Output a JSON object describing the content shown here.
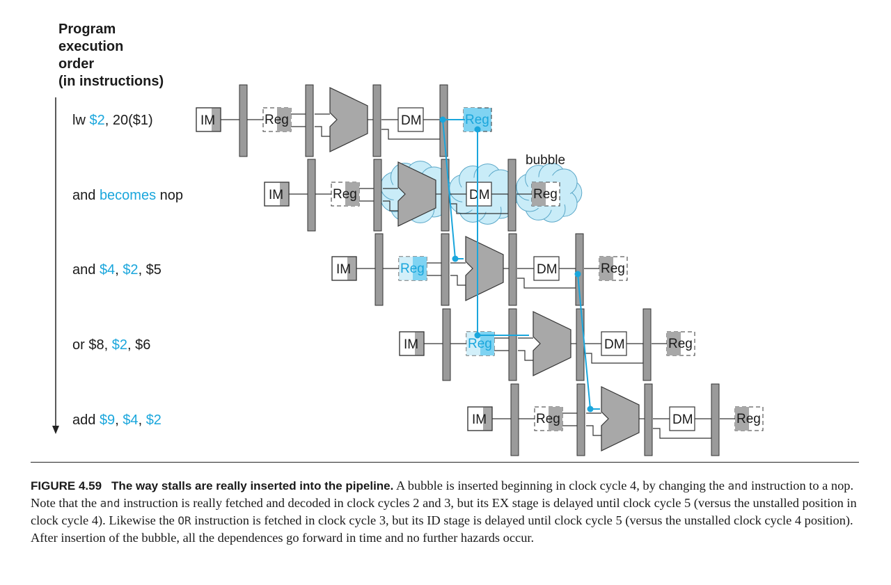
{
  "axis_title": [
    "Program",
    "execution",
    "order",
    "(in instructions)"
  ],
  "instructions": [
    {
      "parts": [
        {
          "t": "lw "
        },
        {
          "t": "$2",
          "hl": true
        },
        {
          "t": ", 20($1)"
        }
      ]
    },
    {
      "parts": [
        {
          "t": "and "
        },
        {
          "t": "becomes",
          "hl": true
        },
        {
          "t": " nop"
        }
      ]
    },
    {
      "parts": [
        {
          "t": "and "
        },
        {
          "t": "$4",
          "hl": true
        },
        {
          "t": ", "
        },
        {
          "t": "$2",
          "hl": true
        },
        {
          "t": ", $5"
        }
      ]
    },
    {
      "parts": [
        {
          "t": "or $8, "
        },
        {
          "t": "$2",
          "hl": true
        },
        {
          "t": ", $6"
        }
      ]
    },
    {
      "parts": [
        {
          "t": "add "
        },
        {
          "t": "$9",
          "hl": true
        },
        {
          "t": ", "
        },
        {
          "t": "$4",
          "hl": true
        },
        {
          "t": ", "
        },
        {
          "t": "$2",
          "hl": true
        }
      ]
    }
  ],
  "stage_labels": {
    "im": "IM",
    "reg": "Reg",
    "dm": "DM"
  },
  "bubble_label": "bubble",
  "colors": {
    "highlight": "#1aa6dc",
    "highlight_fill": "#7fd3f2",
    "bubble_fill": "#c9ecf8",
    "stage_gray": "#a8a8a8",
    "bar_gray": "#9a9a9a"
  },
  "caption": {
    "fig_num": "FIGURE 4.59",
    "fig_title": "The way stalls are really inserted into the pipeline.",
    "body": [
      {
        "t": " A bubble is inserted beginning in clock cycle 4, by changing the "
      },
      {
        "t": "and",
        "code": true
      },
      {
        "t": " instruction to a nop. Note that the "
      },
      {
        "t": "and",
        "code": true
      },
      {
        "t": " instruction is really fetched and decoded in clock cycles 2 and 3, but its EX stage is delayed until clock cycle 5 (versus the unstalled position in clock cycle 4). Likewise the "
      },
      {
        "t": "OR",
        "code": true
      },
      {
        "t": " instruction is fetched in clock cycle 3, but its ID stage is delayed until clock cycle 5 (versus the unstalled clock cycle 4 position). After insertion of the bubble, all the dependences go forward in time and no further hazards occur."
      }
    ]
  }
}
